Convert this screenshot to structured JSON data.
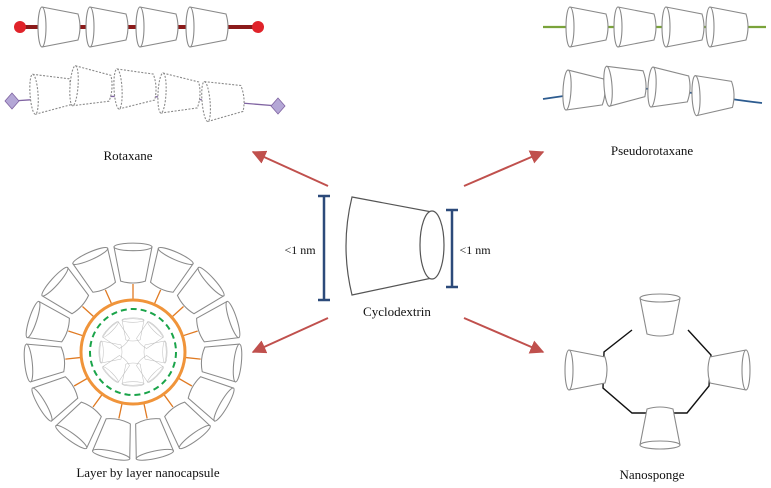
{
  "labels": {
    "rotaxane": "Rotaxane",
    "pseudorotaxane": "Pseudorotaxane",
    "cyclodextrin": "Cyclodextrin",
    "nanocapsule": "Layer by layer nanocapsule",
    "nanosponge": "Nanosponge",
    "size_left": "<1 nm",
    "size_right": "<1 nm"
  },
  "colors": {
    "arrow": "#c0504d",
    "rotaxane_axle": "#8b1a1a",
    "rotaxane_stopper": "#e0232a",
    "rotaxane_axle_2": "#8064a2",
    "rotaxane_stopper_2": "#b4a7d6",
    "rotaxane_cup_2": "#9aa66a",
    "pseudo_axle_green": "#7aa33a",
    "pseudo_axle_blue": "#2c5b8f",
    "scale_bar": "#2c4a7a",
    "capsule_ring": "#f0943a",
    "capsule_inner": "#1aa44a",
    "sponge_link": "#111111",
    "cup_outline": "#8a8a8a"
  }
}
